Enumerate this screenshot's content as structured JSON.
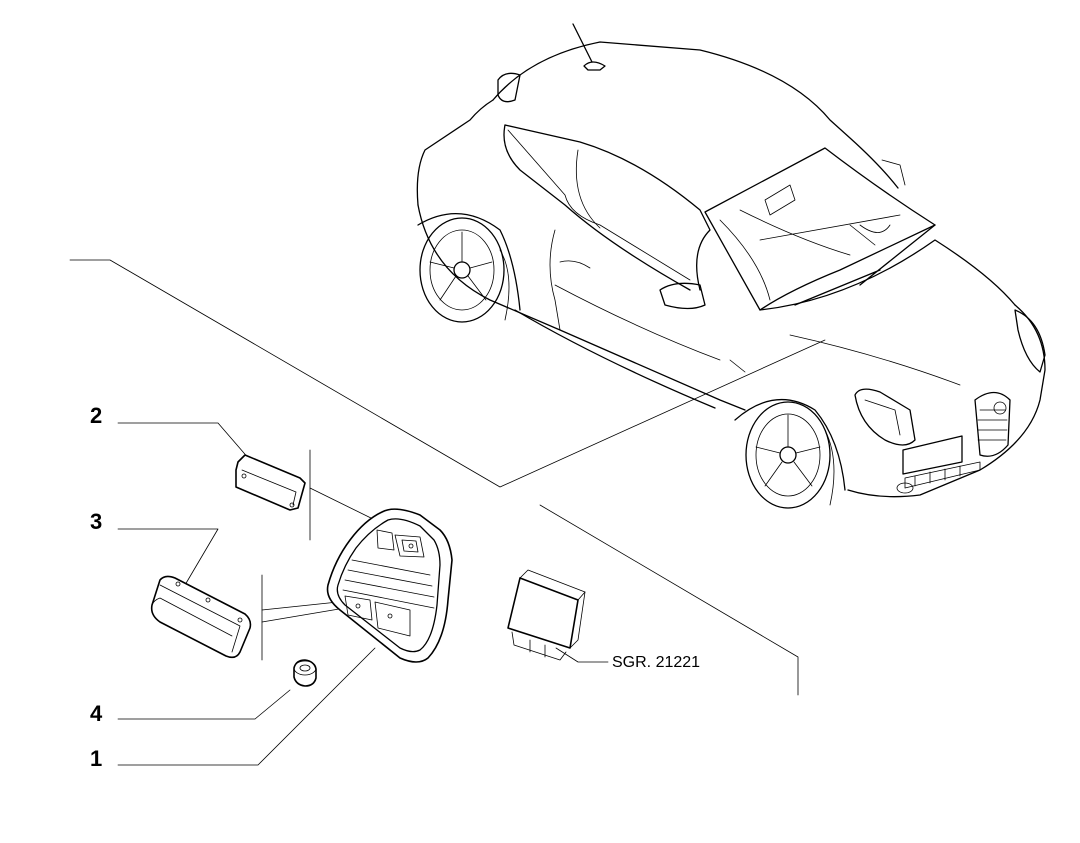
{
  "callouts": [
    {
      "id": "2",
      "label": "2"
    },
    {
      "id": "3",
      "label": "3"
    },
    {
      "id": "4",
      "label": "4"
    },
    {
      "id": "1",
      "label": "1"
    }
  ],
  "reference": {
    "label": "SGR. 21221"
  },
  "colors": {
    "line": "#000000",
    "background": "#ffffff"
  }
}
